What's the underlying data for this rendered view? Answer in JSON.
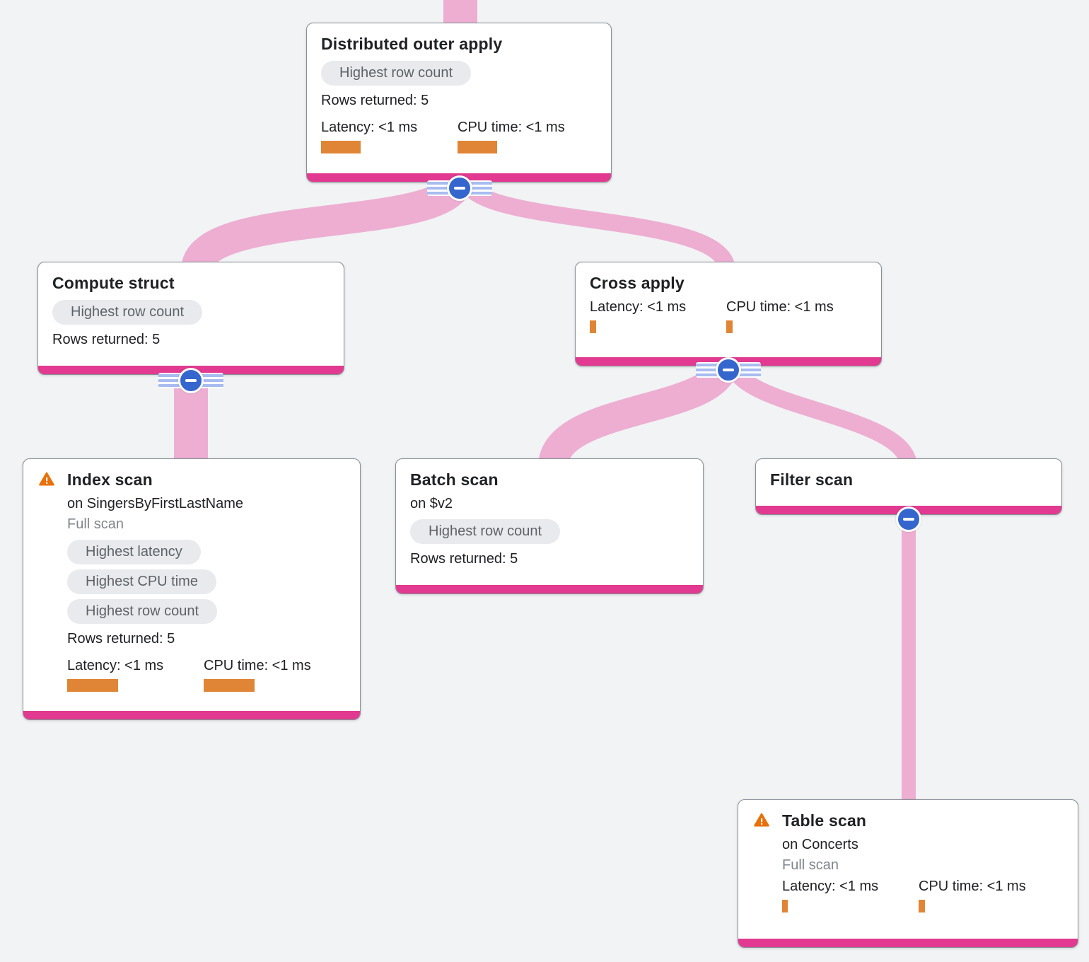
{
  "colors": {
    "canvas-bg": "#f1f3f4",
    "card-bg": "#ffffff",
    "card-border": "#8a9096",
    "accent-pink": "#e13a90",
    "link-pink": "#edaed2",
    "button-blue": "#3566cd",
    "rail-blue": "#a8bcf0",
    "bar-orange": "#e08536",
    "warning-orange": "#e8710a",
    "badge-bg": "#e8eaed",
    "badge-text": "#5f6368",
    "text-primary": "#202124",
    "text-muted": "#80868b"
  },
  "nodes": {
    "distributed_outer_apply": {
      "title": "Distributed outer apply",
      "badge": "Highest row count",
      "rows": "Rows returned: 5",
      "latency_label": "Latency: <1 ms",
      "cpu_label": "CPU time: <1 ms",
      "latency_bar": 56,
      "cpu_bar": 56
    },
    "compute_struct": {
      "title": "Compute struct",
      "badge": "Highest row count",
      "rows": "Rows returned: 5"
    },
    "cross_apply": {
      "title": "Cross apply",
      "latency_label": "Latency: <1 ms",
      "cpu_label": "CPU time: <1 ms",
      "latency_bar": 9,
      "cpu_bar": 9
    },
    "index_scan": {
      "title": "Index scan",
      "on": "on SingersByFirstLastName",
      "scan_type": "Full scan",
      "badges": [
        "Highest latency",
        "Highest CPU time",
        "Highest row count"
      ],
      "rows": "Rows returned: 5",
      "latency_label": "Latency: <1 ms",
      "cpu_label": "CPU time: <1 ms",
      "latency_bar": 72,
      "cpu_bar": 72
    },
    "batch_scan": {
      "title": "Batch scan",
      "on": "on $v2",
      "badge": "Highest row count",
      "rows": "Rows returned: 5"
    },
    "filter_scan": {
      "title": "Filter scan"
    },
    "table_scan": {
      "title": "Table scan",
      "on": "on Concerts",
      "scan_type": "Full scan",
      "latency_label": "Latency: <1 ms",
      "cpu_label": "CPU time: <1 ms",
      "latency_bar": 8,
      "cpu_bar": 9
    }
  },
  "edges": [
    {
      "from": "root",
      "to": "distributed_outer_apply",
      "weight": 48
    },
    {
      "from": "distributed_outer_apply",
      "to": "compute_struct",
      "weight": 44
    },
    {
      "from": "distributed_outer_apply",
      "to": "cross_apply",
      "weight": 24
    },
    {
      "from": "compute_struct",
      "to": "index_scan",
      "weight": 48
    },
    {
      "from": "cross_apply",
      "to": "batch_scan",
      "weight": 42
    },
    {
      "from": "cross_apply",
      "to": "filter_scan",
      "weight": 24
    },
    {
      "from": "filter_scan",
      "to": "table_scan",
      "weight": 20
    }
  ]
}
